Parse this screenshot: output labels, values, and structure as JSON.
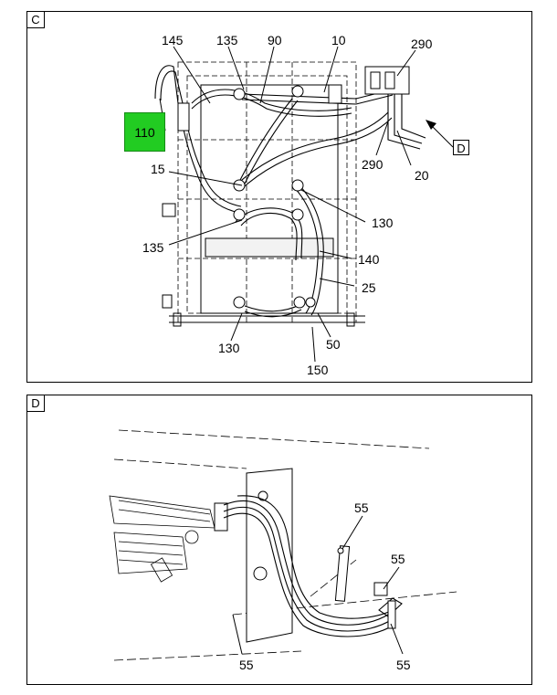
{
  "panel_c": {
    "tag": "C",
    "highlight_label": "110",
    "view_ref": "D",
    "callouts": [
      "145",
      "135",
      "90",
      "10",
      "290",
      "290",
      "20",
      "15",
      "130",
      "135",
      "140",
      "25",
      "130",
      "50",
      "150"
    ]
  },
  "panel_d": {
    "tag": "D",
    "callouts": [
      "55",
      "55",
      "55",
      "55"
    ]
  },
  "colors": {
    "highlight": "#22cc22",
    "line": "#000000"
  }
}
